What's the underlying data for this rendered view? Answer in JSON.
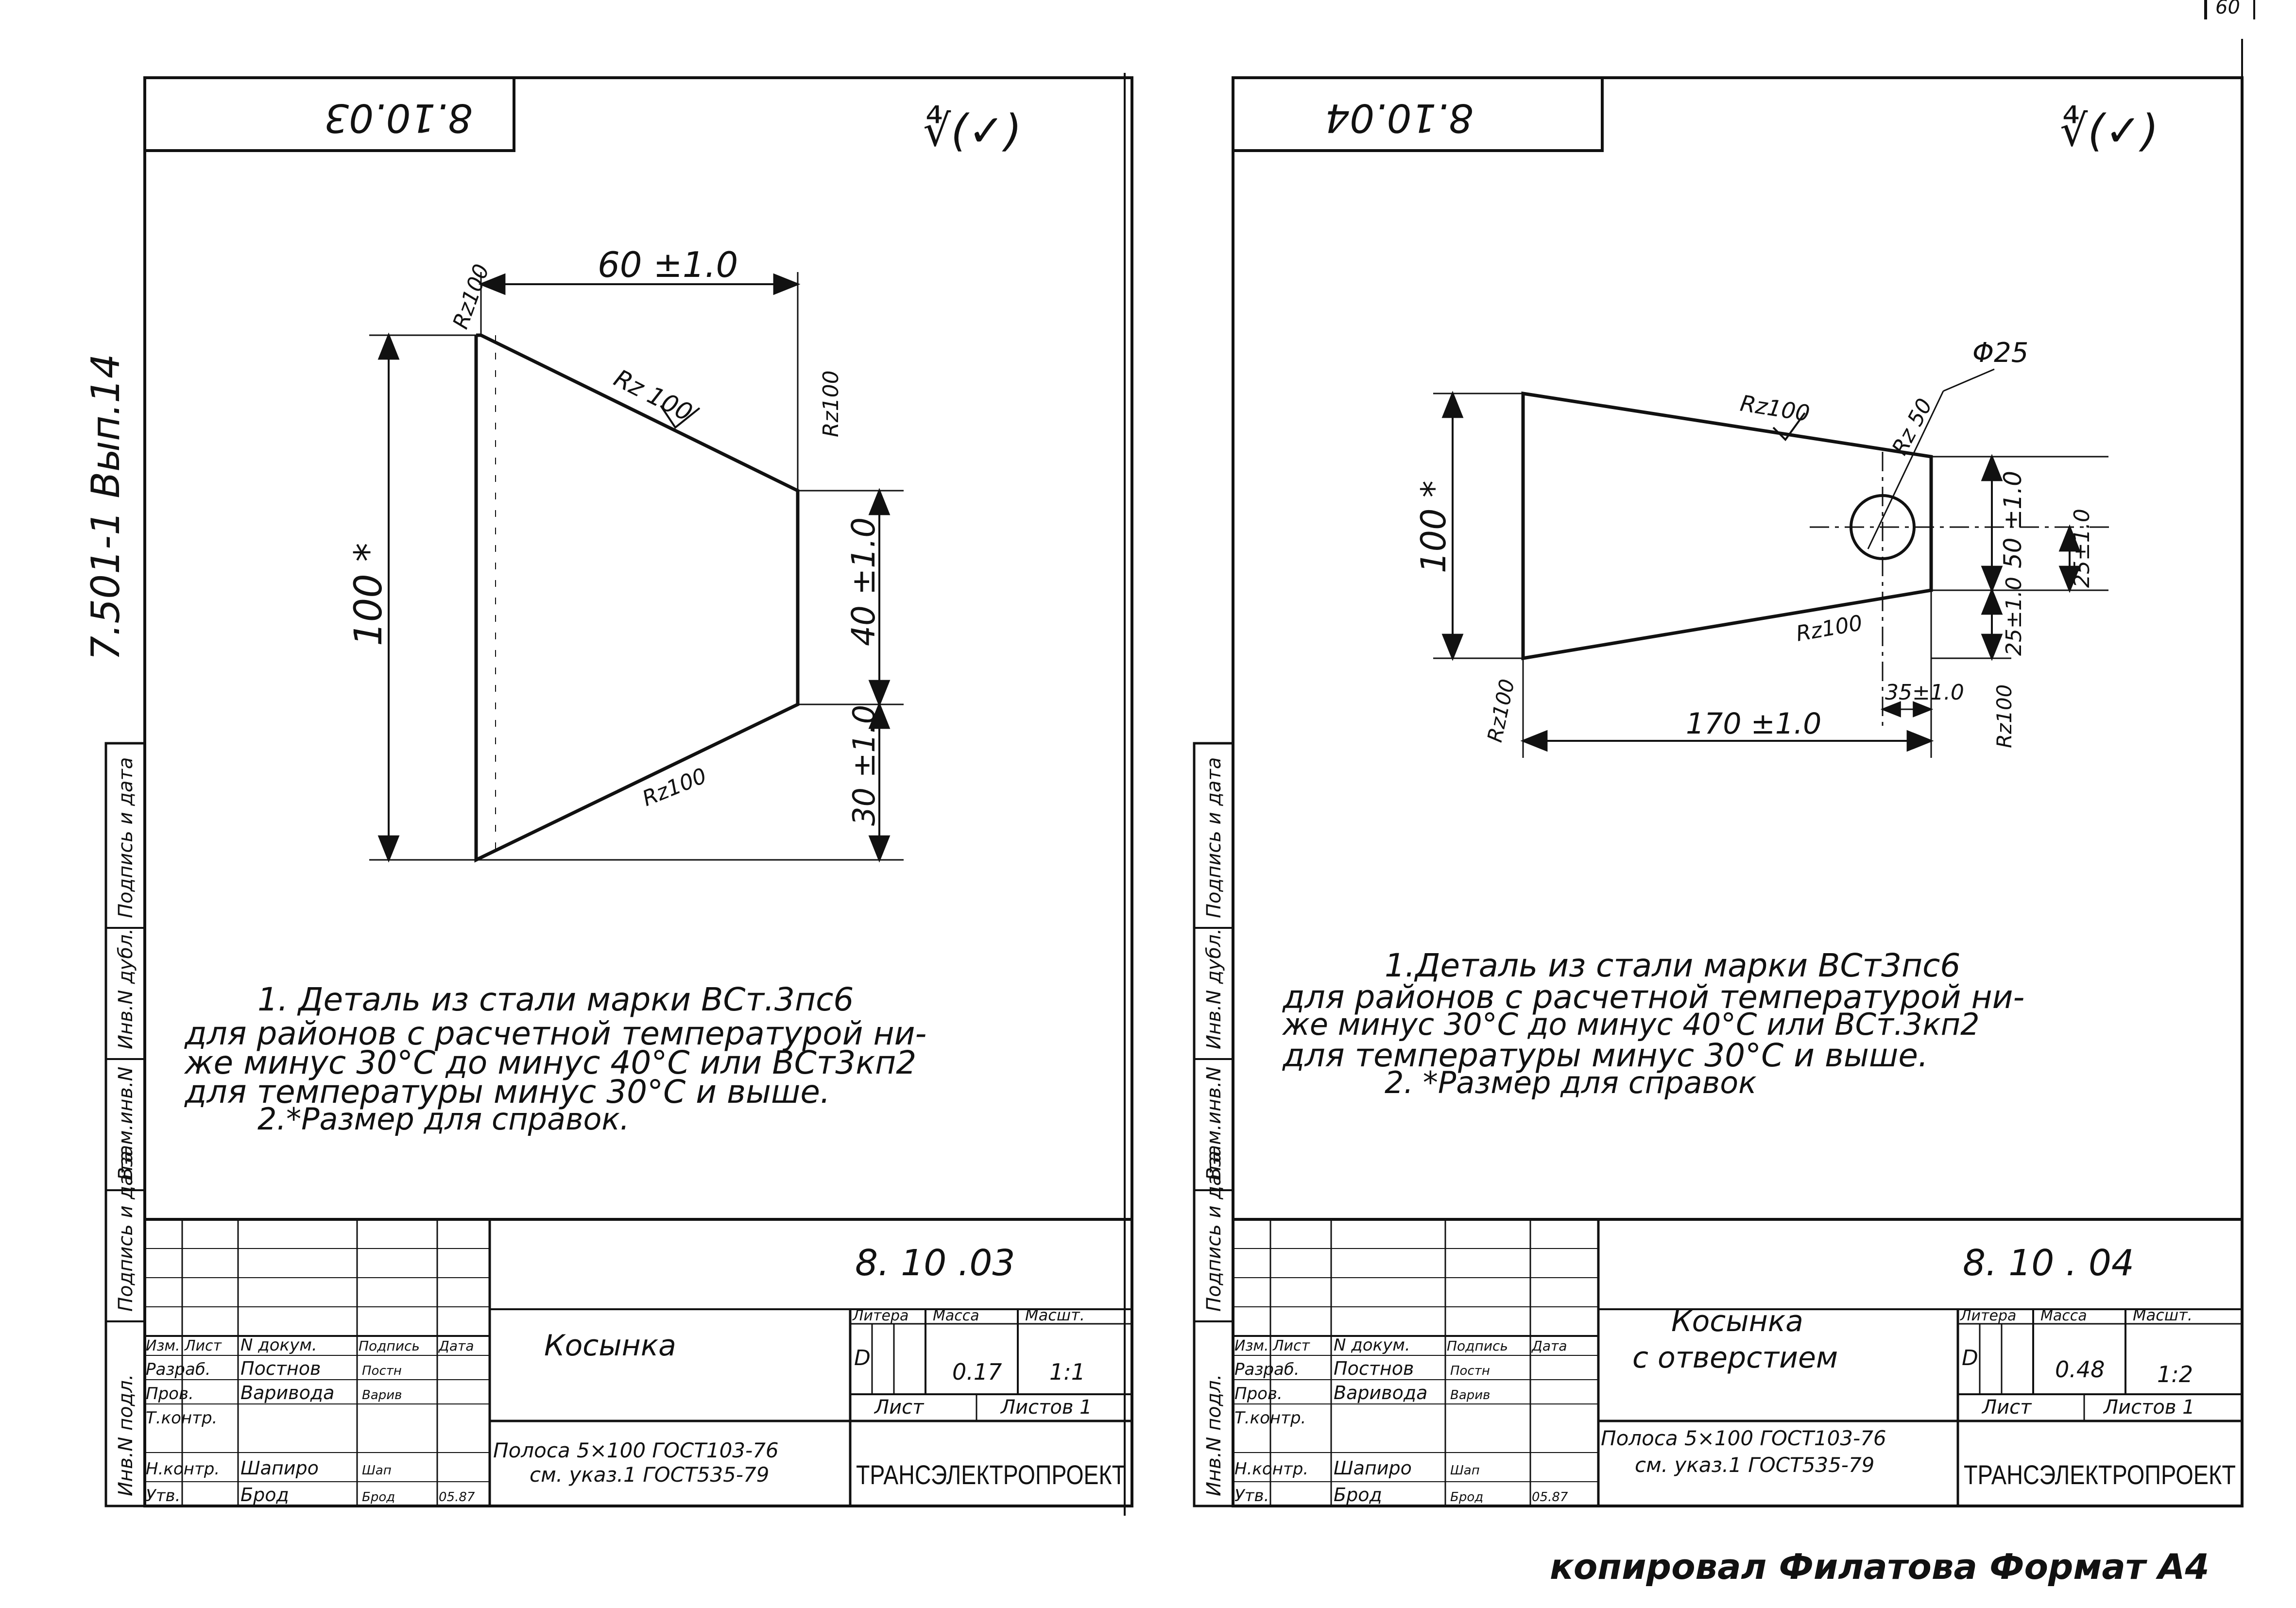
{
  "page": {
    "corner_number": "60",
    "series_text": "7.501-1 Вып.14",
    "copy_note": "копировал Филатова Формат А4"
  },
  "side_labels": [
    "Инв.N подл.",
    "Подпись и дата",
    "Взам.инв.N",
    "Инв.N дубл.",
    "Подпись и дата"
  ],
  "sheets": [
    {
      "id": "8.10.03",
      "top_code": "8.10.03",
      "rough_mark": "∜(✓)",
      "dims": {
        "top": "60 ±1.0",
        "height": "100 *",
        "right_upper": "40 ±1.0",
        "right_lower": "30 ±1.0",
        "rz_corner": "Rz100",
        "rz_top": "Rz 100",
        "rz_right": "Rz100",
        "rz_bottom": "Rz100"
      },
      "notes": [
        "1. Деталь из стали марки ВСт.3пс6",
        "для районов с расчетной температурой ни-",
        "же минус 30°С до минус 40°С или ВСт3кп2",
        "для температуры минус 30°С и выше.",
        "2.*Размер для справок."
      ],
      "title_block": {
        "code": "8. 10 .03",
        "name_line1": "Косынка",
        "name_line2": "",
        "material_line1": "Полоса 5×100 ГОСТ103-76",
        "material_line2": "см. указ.1 ГОСТ535-79",
        "col_headers": [
          "Изм.",
          "Лист",
          "N докум.",
          "Подпись",
          "Дата"
        ],
        "rows": [
          {
            "role": "Разраб.",
            "name": "Постнов",
            "sign": "Постн",
            "date": ""
          },
          {
            "role": "Пров.",
            "name": "Варивода",
            "sign": "Варив",
            "date": ""
          },
          {
            "role": "Т.контр.",
            "name": "",
            "sign": "",
            "date": ""
          },
          {
            "role": "Н.контр.",
            "name": "Шапиро",
            "sign": "Шап",
            "date": ""
          },
          {
            "role": "Утв.",
            "name": "Брод",
            "sign": "Брод",
            "date": "05.87"
          }
        ],
        "litera_label": "Литера",
        "mass_label": "Масса",
        "scale_label": "Масшт.",
        "litera": "D",
        "mass": "0.17",
        "scale": "1:1",
        "sheet_label": "Лист",
        "sheets_label": "Листов 1",
        "company": "ТРАНСЭЛЕКТРОПРОЕКТ"
      }
    },
    {
      "id": "8.10.04",
      "top_code": "8.10.04",
      "rough_mark": "∜(✓)",
      "dims": {
        "hole": "Φ25",
        "rz_hole": "Rz 50",
        "rz_top": "Rz100",
        "height": "100 *",
        "right_upper": "50 ±1.0",
        "right_mid": "25±1.0",
        "right_lower": "25±1.0",
        "rz_lower": "Rz100",
        "rz_left": "Rz100",
        "rz_right": "Rz100",
        "bottom": "170 ±1.0",
        "inner": "35±1.0"
      },
      "notes": [
        "1.Деталь из стали марки ВСт3пс6",
        "для районов с расчетной температурой ни-",
        "же минус 30°С до минус 40°С или ВСт.3кп2",
        "для температуры минус 30°С и выше.",
        "2. *Размер для справок"
      ],
      "title_block": {
        "code": "8. 10 . 04",
        "name_line1": "Косынка",
        "name_line2": "с отверстием",
        "material_line1": "Полоса 5×100 ГОСТ103-76",
        "material_line2": "см. указ.1 ГОСТ535-79",
        "col_headers": [
          "Изм.",
          "Лист",
          "N докум.",
          "Подпись",
          "Дата"
        ],
        "rows": [
          {
            "role": "Разраб.",
            "name": "Постнов",
            "sign": "Постн",
            "date": ""
          },
          {
            "role": "Пров.",
            "name": "Варивода",
            "sign": "Варив",
            "date": ""
          },
          {
            "role": "Т.контр.",
            "name": "",
            "sign": "",
            "date": ""
          },
          {
            "role": "Н.контр.",
            "name": "Шапиро",
            "sign": "Шап",
            "date": ""
          },
          {
            "role": "Утв.",
            "name": "Брод",
            "sign": "Брод",
            "date": "05.87"
          }
        ],
        "litera_label": "Литера",
        "mass_label": "Масса",
        "scale_label": "Масшт.",
        "litera": "D",
        "mass": "0.48",
        "scale": "1:2",
        "sheet_label": "Лист",
        "sheets_label": "Листов 1",
        "company": "ТРАНСЭЛЕКТРОПРОЕКТ"
      }
    }
  ]
}
